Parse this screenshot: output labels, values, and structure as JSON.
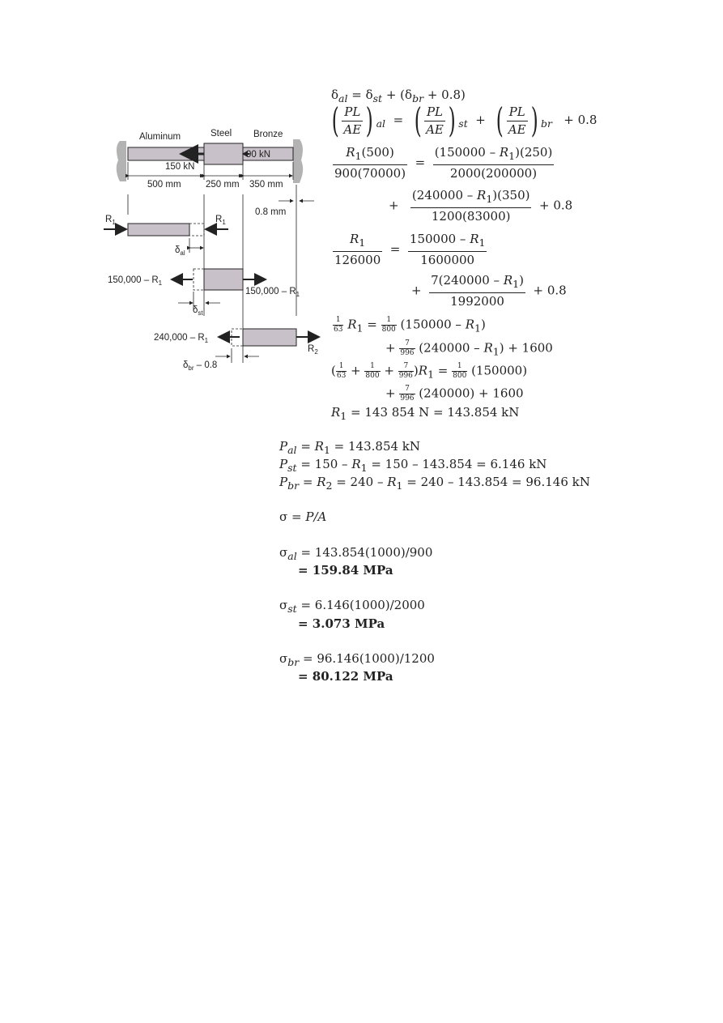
{
  "diagram": {
    "materials": [
      "Aluminum",
      "Steel",
      "Bronze"
    ],
    "loads": {
      "steel_load": "150 kN",
      "bronze_load": "90 kN"
    },
    "lengths": [
      "500 mm",
      "250 mm",
      "350 mm"
    ],
    "gap": "0.8 mm",
    "r1": "R",
    "r1_sub": "1",
    "r2": "R",
    "r2_sub": "2",
    "steel_fbd_force": "150,000 – R",
    "bronze_fbd_force": "240,000 – R",
    "delta_al_sub": "al",
    "delta_st_sub": "st",
    "delta_br_sub": "br",
    "delta_br_tail": " – 0.8"
  },
  "equations": {
    "compat": {
      "delta": "δ",
      "al": "al",
      "eq": " = δ",
      "st": "st",
      "plus": " + (δ",
      "br": "br",
      "tail": " + 0.8)"
    },
    "pl_ae": {
      "num": "PL",
      "den": "AE",
      "al": "al",
      "st": "st",
      "br": "br",
      "eq": "=",
      "plus": "+",
      "tail": "+ 0.8"
    },
    "eq3": {
      "lnum": "(500)",
      "lden": "900(70000)",
      "rnum_a": "(150000 – ",
      "rnum_b": ")(250)",
      "rden": "2000(200000)"
    },
    "eq4": {
      "plus": "+",
      "num_a": "(240000 – ",
      "num_b": ")(350)",
      "den": "1200(83000)",
      "tail": "+ 0.8"
    },
    "eq5": {
      "lden": "126000",
      "rnum": "150000 – ",
      "rden": "1600000"
    },
    "eq6": {
      "plus": "+",
      "num_a": "7(240000 – ",
      "num_b": ")",
      "den": "1992000",
      "tail": "+ 0.8"
    },
    "eq7": {
      "f1n": "1",
      "f1d": "63",
      "eq": " = ",
      "f2n": "1",
      "f2d": "800",
      "tail": " (150000 – "
    },
    "eq8": {
      "plus": "+ ",
      "fn": "7",
      "fd": "996",
      "mid": " (240000 – ",
      "tail": ") + 1600"
    },
    "eq9": {
      "open": "(",
      "f1n": "1",
      "f1d": "63",
      "f2n": "1",
      "f2d": "800",
      "f3n": "7",
      "f3d": "996",
      "close": ")",
      "eq": " = ",
      "f4n": "1",
      "f4d": "800",
      "tail": " (150000)"
    },
    "eq10": {
      "plus": "+ ",
      "fn": "7",
      "fd": "996",
      "tail": " (240000) + 1600"
    },
    "r1_result": " = 143 854 N = 143.854 kN",
    "p_al": {
      "sub": "al",
      "rest": " = 143.854 kN"
    },
    "p_st": {
      "sub": "st",
      "rest_a": " = 150 – ",
      "rest_b": " = 150 – 143.854 = 6.146 kN"
    },
    "p_br": {
      "sub": "br",
      "rest_a": " = ",
      "rest_b": " = 240 – ",
      "rest_c": " = 240 – 143.854 = 96.146 kN"
    },
    "sigma_def": {
      "sigma": "σ",
      "eq": " = ",
      "pa": "P/A"
    },
    "sigma_al": {
      "sub": "al",
      "calc": " = 143.854(1000)/900",
      "result": "= 159.84 MPa"
    },
    "sigma_st": {
      "sub": "st",
      "calc": " = 6.146(1000)/2000",
      "result": "= 3.073 MPa"
    },
    "sigma_br": {
      "sub": "br",
      "calc": " = 96.146(1000)/1200",
      "result": "= 80.122 MPa"
    }
  },
  "symbols": {
    "R": "R",
    "one": "1",
    "two": "2",
    "P": "P",
    "sigma": "σ"
  },
  "colors": {
    "bar_fill": "#c9c1c9",
    "wall_fill": "#b3b3b3",
    "ink": "#222222"
  }
}
